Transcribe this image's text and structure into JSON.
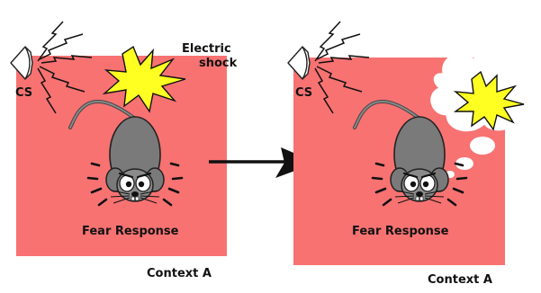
{
  "panels": [
    {
      "cs_label": "CS",
      "stimulus_label_line1": "Electric",
      "stimulus_label_line2": "shock",
      "response_label": "Fear Response",
      "context_label": "Context A"
    },
    {
      "cs_label": "CS",
      "response_label": "Fear Response",
      "context_label": "Context A"
    }
  ],
  "colors": {
    "context_box": "#f87272",
    "shock_star": "#ffff22",
    "mouse_body": "#7a7a7a",
    "thought_bubble": "#ffffff"
  }
}
